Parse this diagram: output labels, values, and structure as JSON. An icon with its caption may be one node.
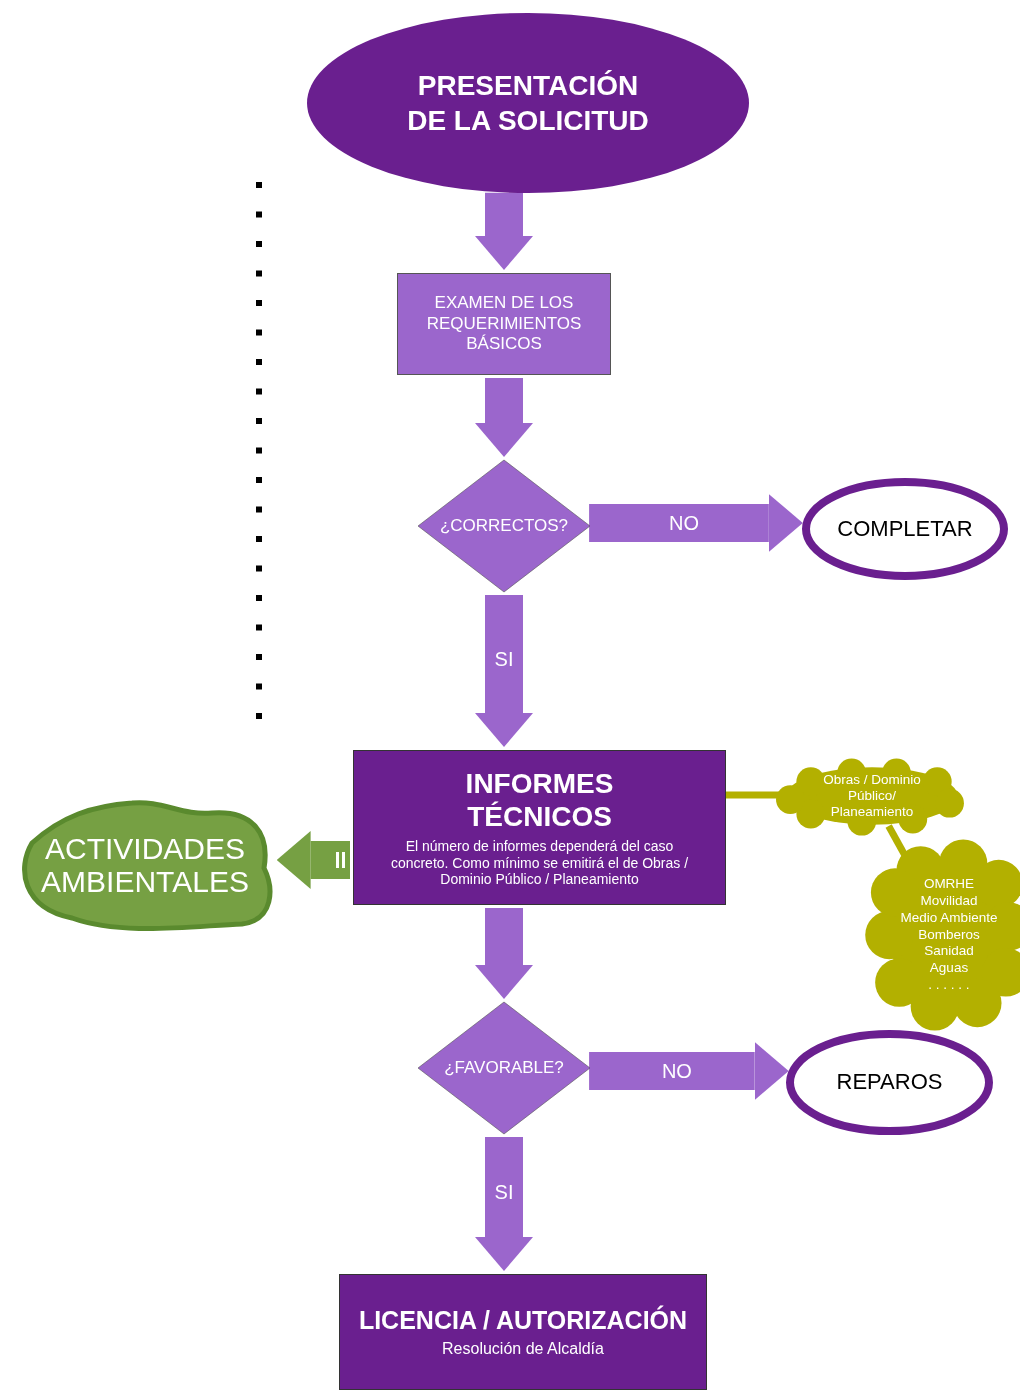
{
  "diagram": {
    "nodes": [
      {
        "text": [
          "PRESENTACIÓN DE LA SOLICITUD"
        ]
      },
      {
        "text": [
          "EXAMEN DE LOS REQUERIMIENTOS BÁSICOS"
        ]
      },
      {
        "text": [
          "¿CORRECTOS?"
        ]
      },
      {
        "text": [
          "COMPLETAR"
        ]
      },
      {
        "text": [
          "INFORMES TÉCNICOS",
          "El número de informes dependerá del caso concreto. Como mínimo se emitirá el de Obras / Dominio Público / Planeamiento"
        ]
      },
      {
        "text": [
          "ACTIVIDADES AMBIENTALES"
        ]
      },
      {
        "text": [
          "Obras / Dominio Público/ Planeamiento"
        ]
      },
      {
        "text": [
          "OMRHE",
          "Movilidad",
          "Medio Ambiente",
          "Bomberos",
          "Sanidad",
          "Aguas",
          ". . . . . ."
        ]
      },
      {
        "text": [
          "¿FAVORABLE?"
        ]
      },
      {
        "text": [
          "REPAROS"
        ]
      },
      {
        "text": [
          "LICENCIA / AUTORIZACIÓN",
          "Resolución de Alcaldía"
        ]
      }
    ],
    "edges": [
      {
        "from": 0,
        "to": 1,
        "arrow": "to"
      },
      {
        "from": 1,
        "to": 2,
        "arrow": "to"
      },
      {
        "from": 2,
        "to": 3,
        "arrow": "to",
        "label": "NO"
      },
      {
        "from": 2,
        "to": 4,
        "arrow": "to",
        "label": "SI"
      },
      {
        "from": 4,
        "to": 5,
        "arrow": "to",
        "color": "#76a043"
      },
      {
        "from": 4,
        "to": 6,
        "arrow": "none",
        "color": "#b3b000"
      },
      {
        "from": 6,
        "to": 7,
        "arrow": "none",
        "color": "#b3b000"
      },
      {
        "from": 4,
        "to": 8,
        "arrow": "to"
      },
      {
        "from": 8,
        "to": 9,
        "arrow": "to",
        "label": "NO"
      },
      {
        "from": 8,
        "to": 10,
        "arrow": "to",
        "label": "SI"
      }
    ]
  }
}
